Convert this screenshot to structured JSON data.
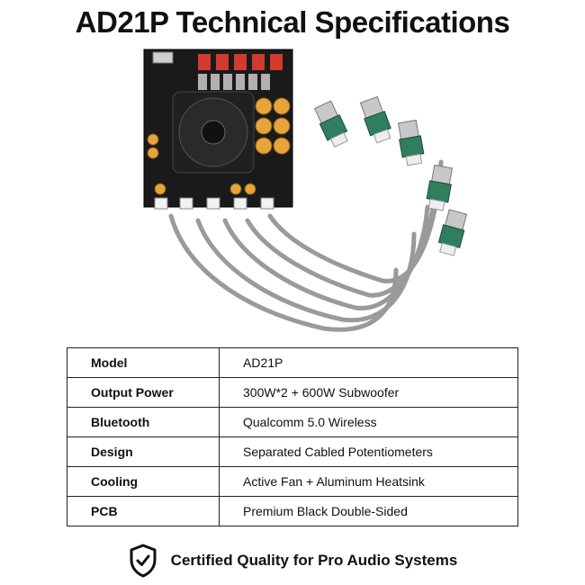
{
  "page": {
    "title": "AD21P Technical Specifications"
  },
  "product_image": {
    "icon": "amplifier-board-with-potentiometers"
  },
  "specs": {
    "rows": [
      {
        "label": "Model",
        "value": "AD21P"
      },
      {
        "label": "Output Power",
        "value": "300W*2 + 600W Subwoofer"
      },
      {
        "label": "Bluetooth",
        "value": "Qualcomm 5.0 Wireless"
      },
      {
        "label": "Design",
        "value": "Separated Cabled Potentiometers"
      },
      {
        "label": "Cooling",
        "value": "Active Fan + Aluminum Heatsink"
      },
      {
        "label": "PCB",
        "value": "Premium Black Double-Sided"
      }
    ]
  },
  "footer": {
    "text": "Certified Quality for Pro Audio Systems",
    "icon": "shield-check-icon"
  },
  "colors": {
    "text": "#111111",
    "border": "#222222",
    "pcb": "#1a1a1a",
    "cable": "#9a9a9a",
    "capacitor": "#e8a43a",
    "relay": "#d23a2e"
  }
}
